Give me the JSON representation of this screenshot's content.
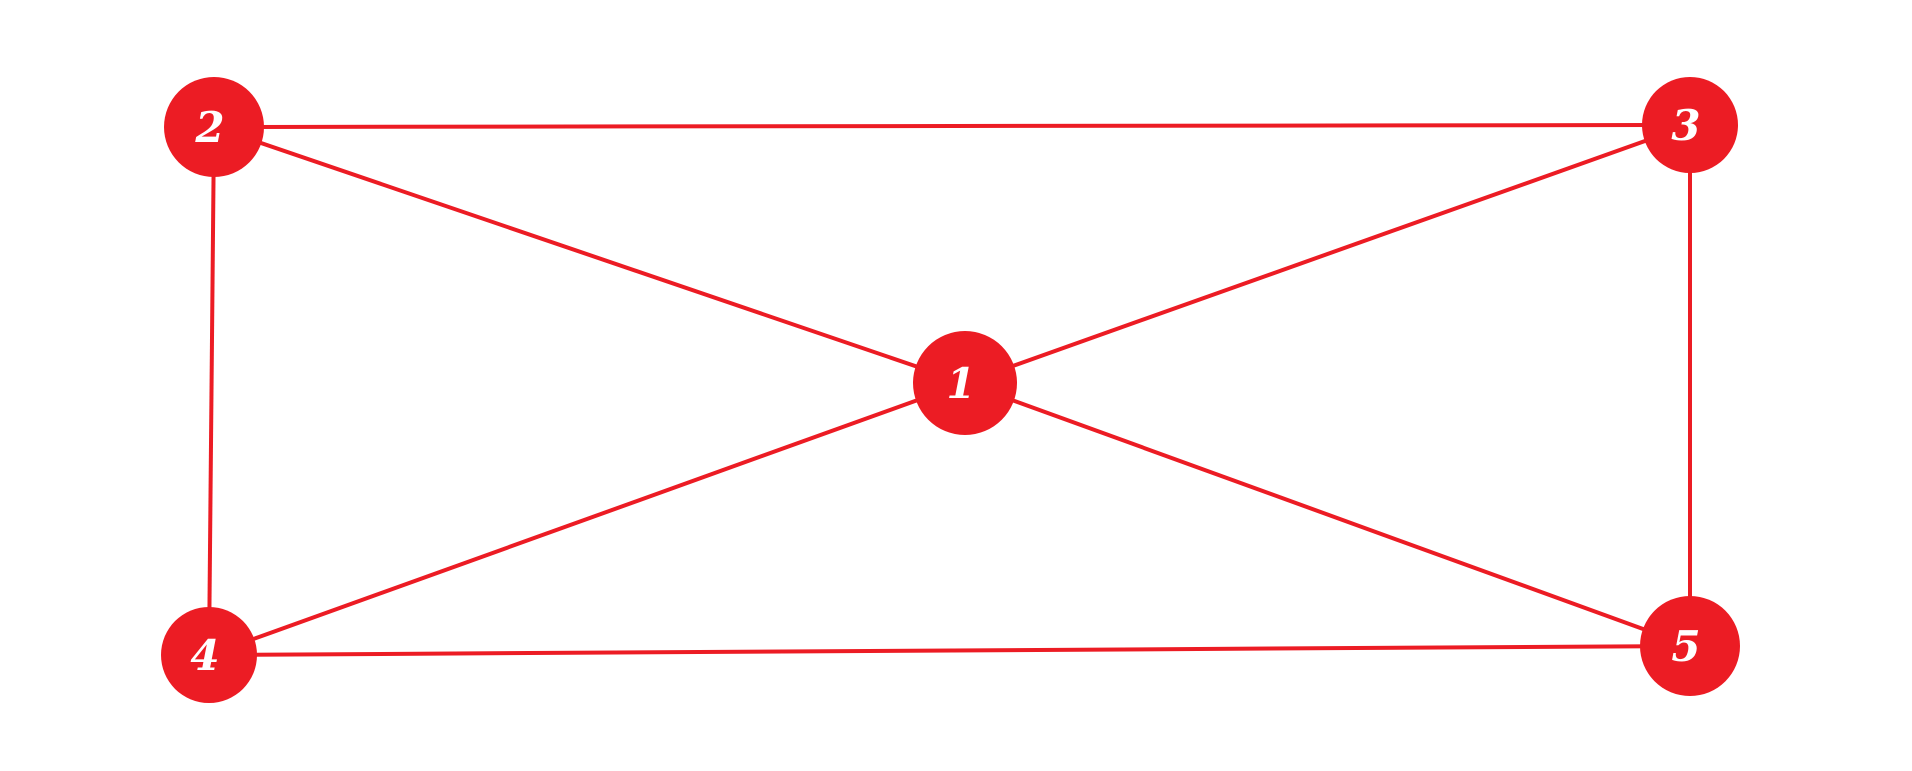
{
  "colors": {
    "background": "#ffffff",
    "node_fill": "#ec1c24",
    "edge_stroke": "#ec1c24",
    "label_text": "#ffffff"
  },
  "graph": {
    "nodes": [
      {
        "id": "1",
        "label": "1"
      },
      {
        "id": "2",
        "label": "2"
      },
      {
        "id": "3",
        "label": "3"
      },
      {
        "id": "4",
        "label": "4"
      },
      {
        "id": "5",
        "label": "5"
      }
    ],
    "edges": [
      {
        "from": "2",
        "to": "3"
      },
      {
        "from": "2",
        "to": "4"
      },
      {
        "from": "3",
        "to": "5"
      },
      {
        "from": "4",
        "to": "5"
      },
      {
        "from": "1",
        "to": "2"
      },
      {
        "from": "1",
        "to": "3"
      },
      {
        "from": "1",
        "to": "4"
      },
      {
        "from": "1",
        "to": "5"
      }
    ]
  }
}
